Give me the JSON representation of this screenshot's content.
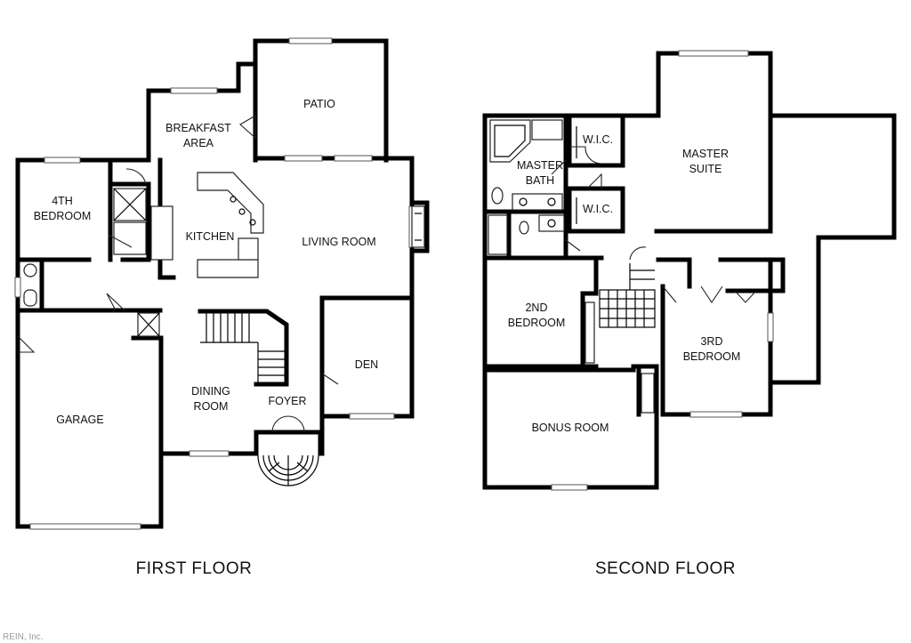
{
  "floors": {
    "first": {
      "label": "FIRST FLOOR",
      "rooms": {
        "patio": "PATIO",
        "breakfast_1": "BREAKFAST",
        "breakfast_2": "AREA",
        "bedroom4_1": "4TH",
        "bedroom4_2": "BEDROOM",
        "kitchen": "KITCHEN",
        "living_room": "LIVING ROOM",
        "den": "DEN",
        "dining_1": "DINING",
        "dining_2": "ROOM",
        "foyer": "FOYER",
        "garage": "GARAGE"
      }
    },
    "second": {
      "label": "SECOND FLOOR",
      "rooms": {
        "master_bath_1": "MASTER",
        "master_bath_2": "BATH",
        "wic_1": "W.I.C.",
        "wic_2": "W.I.C.",
        "master_suite_1": "MASTER",
        "master_suite_2": "SUITE",
        "bedroom2_1": "2ND",
        "bedroom2_2": "BEDROOM",
        "bedroom3_1": "3RD",
        "bedroom3_2": "BEDROOM",
        "bonus_room": "BONUS ROOM"
      }
    }
  },
  "watermark": "REIN, Inc."
}
